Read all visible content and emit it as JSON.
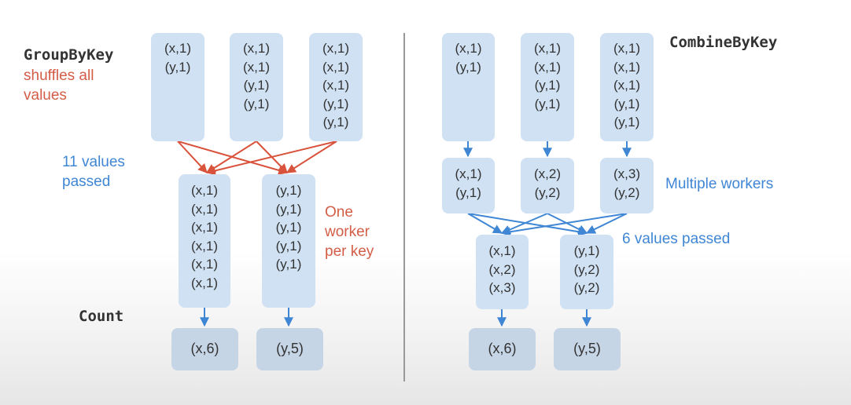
{
  "left": {
    "title": "GroupByKey",
    "subtitle_lines": [
      "shuffles all",
      "values"
    ],
    "values_passed_lines": [
      "11 values",
      "passed"
    ],
    "note_lines": [
      "One",
      "worker",
      "per key"
    ],
    "count_label": "Count",
    "inputs": [
      [
        "(x,1)",
        "(y,1)"
      ],
      [
        "(x,1)",
        "(x,1)",
        "(y,1)",
        "(y,1)"
      ],
      [
        "(x,1)",
        "(x,1)",
        "(x,1)",
        "(y,1)",
        "(y,1)"
      ]
    ],
    "groups": [
      [
        "(x,1)",
        "(x,1)",
        "(x,1)",
        "(x,1)",
        "(x,1)",
        "(x,1)"
      ],
      [
        "(y,1)",
        "(y,1)",
        "(y,1)",
        "(y,1)",
        "(y,1)"
      ]
    ],
    "results": [
      "(x,6)",
      "(y,5)"
    ]
  },
  "right": {
    "title": "CombineByKey",
    "workers_label": "Multiple workers",
    "values_passed_label": "6 values passed",
    "inputs": [
      [
        "(x,1)",
        "(y,1)"
      ],
      [
        "(x,1)",
        "(x,1)",
        "(y,1)",
        "(y,1)"
      ],
      [
        "(x,1)",
        "(x,1)",
        "(x,1)",
        "(y,1)",
        "(y,1)"
      ]
    ],
    "partials": [
      [
        "(x,1)",
        "(y,1)"
      ],
      [
        "(x,2)",
        "(y,2)"
      ],
      [
        "(x,3)",
        "(y,2)"
      ]
    ],
    "groups": [
      [
        "(x,1)",
        "(x,2)",
        "(x,3)"
      ],
      [
        "(y,1)",
        "(y,2)",
        "(y,2)"
      ]
    ],
    "results": [
      "(x,6)",
      "(y,5)"
    ]
  },
  "colors": {
    "box": "#cfe1f2",
    "result_box": "#c6d5e6",
    "red_arrow": "#d9533c",
    "blue_arrow": "#3f86d4",
    "red_text": "#d35d47",
    "blue_text": "#3f86d4"
  }
}
